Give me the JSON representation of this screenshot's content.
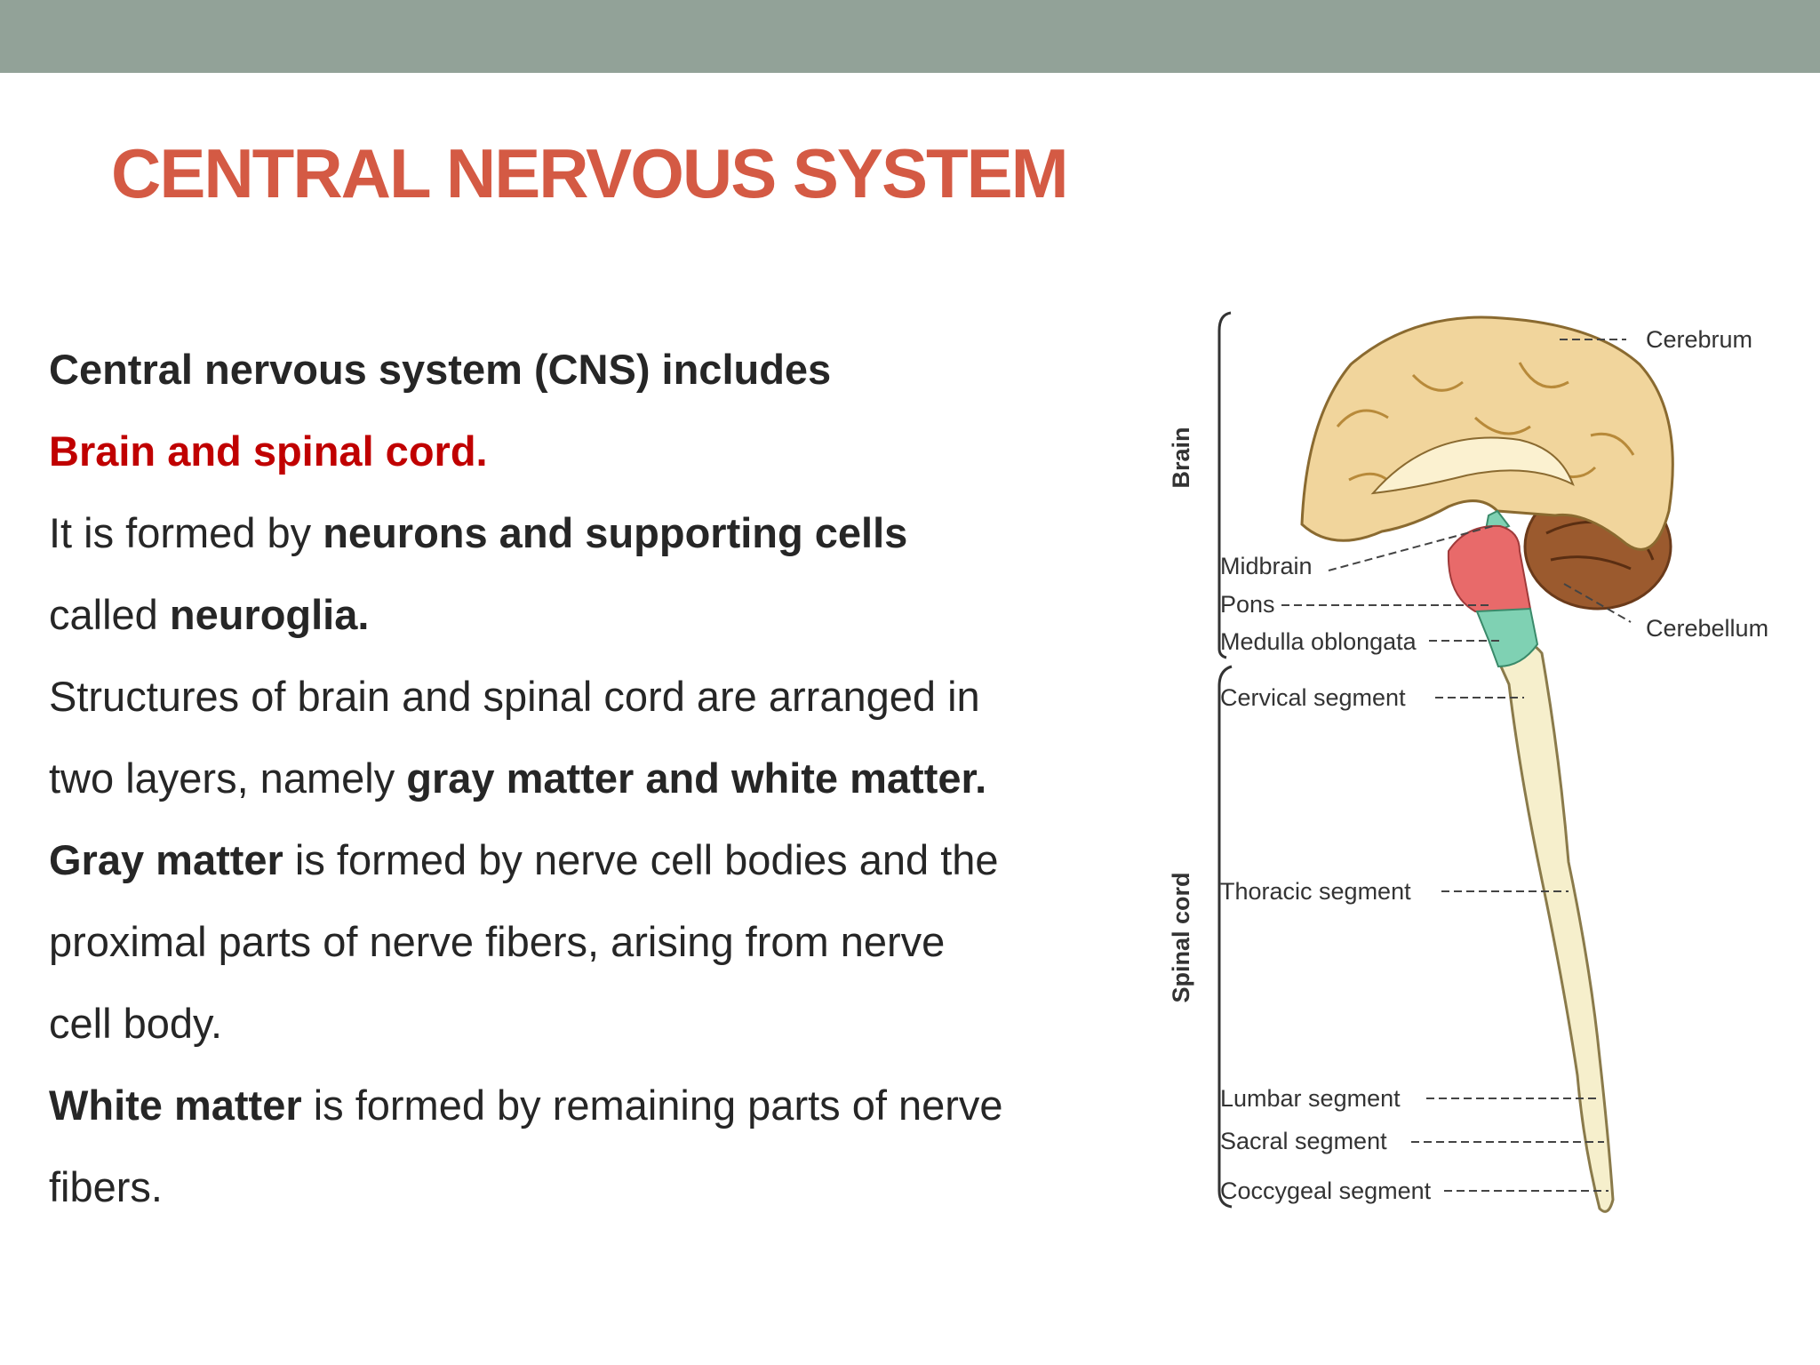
{
  "slide": {
    "title": "CENTRAL NERVOUS SYSTEM",
    "accent_color": "#d45a44",
    "band_color": "#92a298",
    "emphasis_color": "#c00000"
  },
  "text": {
    "l1": "Central nervous system (CNS) includes",
    "l2": "Brain  and spinal cord.",
    "l3a": "It is formed by ",
    "l3b": "neurons and supporting cells",
    "l4a": "called ",
    "l4b": "neuroglia.",
    "l5": "Structures of brain and spinal cord are arranged in",
    "l6a": "two layers, namely ",
    "l6b": "gray matter and white matter.",
    "l7a": "Gray matter",
    "l7b": " is formed by nerve cell bodies and the",
    "l8": "proximal parts of nerve fibers, arising from nerve",
    "l9": "cell body.",
    "l10a": "White matter",
    "l10b": " is formed by remaining parts of nerve",
    "l11": "fibers."
  },
  "diagram": {
    "brain_bracket_label": "Brain",
    "spinal_bracket_label": "Spinal cord",
    "labels": {
      "cerebrum": "Cerebrum",
      "cerebellum": "Cerebellum",
      "midbrain": "Midbrain",
      "pons": "Pons",
      "medulla": "Medulla oblongata",
      "cervical": "Cervical segment",
      "thoracic": "Thoracic segment",
      "lumbar": "Lumbar segment",
      "sacral": "Sacral segment",
      "coccygeal": "Coccygeal segment"
    }
  }
}
